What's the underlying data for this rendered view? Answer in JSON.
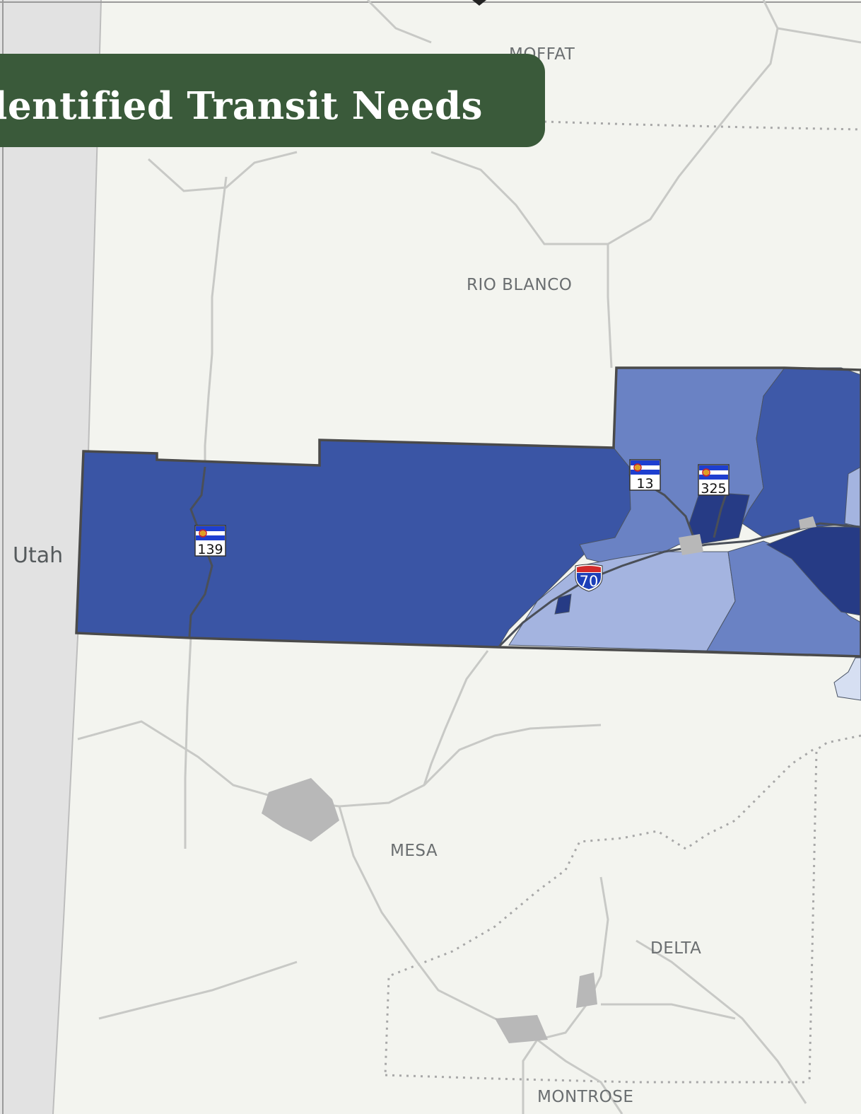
{
  "title": "Identified Transit Needs",
  "state_label": "Utah",
  "counties": {
    "moffat": "MOFFAT",
    "rio_blanco": "RIO BLANCO",
    "mesa": "MESA",
    "delta": "DELTA",
    "montrose": "MONTROSE"
  },
  "highways": {
    "co_139": "139",
    "co_13": "13",
    "co_325": "325",
    "i_70": "70"
  },
  "colors": {
    "banner": "#3a5a3a",
    "need_high": "#3a55a5",
    "need_very_high": "#263b85",
    "need_medium": "#6a82c4",
    "need_low": "#a4b4e0",
    "need_very_low": "#d6dff2",
    "land": "#f3f4ef",
    "out_of_state": "#e2e2e2"
  }
}
